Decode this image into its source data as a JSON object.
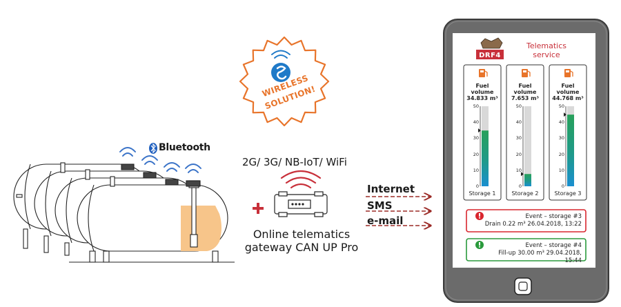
{
  "bluetooth": {
    "label": "Bluetooth"
  },
  "badge": {
    "line1": "WIRELESS",
    "line2": "SOLUTION!",
    "logo": "s-logo"
  },
  "connectivity": {
    "label": "2G/ 3G/ NB-IoT/ WiFi"
  },
  "gateway": {
    "line1": "Online telematics",
    "line2": "gateway CAN UP Pro"
  },
  "channels": [
    {
      "label": "Internet"
    },
    {
      "label": "SMS"
    },
    {
      "label": "e-mail"
    }
  ],
  "tablet": {
    "brand": "DRF4",
    "title_line1": "Telematics",
    "title_line2": "service",
    "axis_ticks": [
      "50",
      "40",
      "30",
      "20",
      "10",
      "0"
    ],
    "axis_max": 50,
    "storages": [
      {
        "head1": "Fuel",
        "head2": "volume",
        "volume": "34.833 m³",
        "level": 34.833,
        "name": "Storage 1"
      },
      {
        "head1": "Fuel",
        "head2": "volume",
        "volume": "7.653 m³",
        "level": 7.653,
        "name": "Storage 2"
      },
      {
        "head1": "Fuel",
        "head2": "volume",
        "volume": "44.768 m³",
        "level": 44.768,
        "name": "Storage 3"
      }
    ],
    "events": [
      {
        "line1": "Event – storage #3",
        "line2": "Drain 0.22 m³ 26.04.2018, 13:22",
        "color": "#d9262e"
      },
      {
        "line1": "Event – storage #4",
        "line2": "Fill-up 30.00 m³ 29.04.2018, 15:44",
        "color": "#2a9a3c"
      }
    ]
  },
  "colors": {
    "accent_orange": "#e8742a",
    "red": "#c8303a",
    "tablet_body": "#707070",
    "fuel_green": "#27a05a",
    "fuel_blue": "#1a8fd0",
    "tank_gray": "#d6d6d6"
  }
}
